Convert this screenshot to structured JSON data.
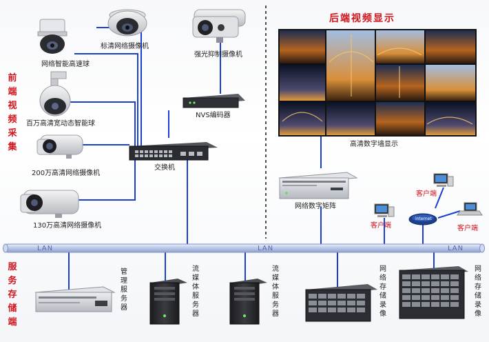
{
  "section_titles": {
    "front": "前端视频采集",
    "back": "后端视频显示",
    "service": "服务存储端"
  },
  "cameras": {
    "ptz_dome": "网络智能高速球",
    "standard_camera": "标清网络摄像机",
    "strong_light_camera": "强光抑制摄像机",
    "megapixel_wdr_dome": "百万高清宽动态智能球",
    "hd_200": "200万高清网络摄像机",
    "hd_130": "130万高清网络摄像机"
  },
  "devices": {
    "nvs": "NVS编码器",
    "switch": "交换机",
    "video_wall": "高清数字墙显示",
    "matrix": "网络数字矩阵",
    "client": "客户端",
    "internet": "internet"
  },
  "servers": {
    "management": "管理服务器",
    "streaming": "流媒体服务器",
    "nvr": "网络存储录像"
  },
  "lan_label": "LAN",
  "colors": {
    "accent_red": "#d2141c",
    "link_blue": "#1a3fd0",
    "lan_bar": "#b8c6e6"
  }
}
